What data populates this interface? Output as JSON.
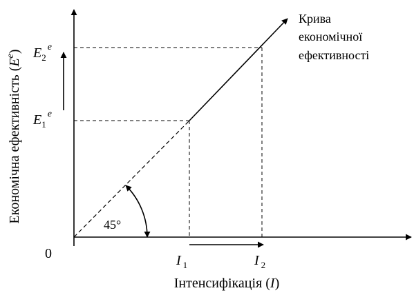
{
  "diagram": {
    "origin_label": "0",
    "x_axis_label": {
      "main": "Інтенсифікація (",
      "symbol": "I",
      "close": ")"
    },
    "y_axis_label": {
      "main": "Економічна ефективність (",
      "symbol": "E",
      "sup": "e",
      "close": ")"
    },
    "curve_label": [
      "Крива",
      "економічної",
      "ефективності"
    ],
    "angle_label": "45°",
    "x_ticks": [
      {
        "symbol": "I",
        "sub": "1"
      },
      {
        "symbol": "I",
        "sub": "2"
      }
    ],
    "y_ticks": [
      {
        "symbol": "E",
        "sub": "1",
        "sup": "e"
      },
      {
        "symbol": "E",
        "sub": "2",
        "sup": "e"
      }
    ],
    "colors": {
      "ink": "#000000",
      "background": "#ffffff"
    }
  }
}
